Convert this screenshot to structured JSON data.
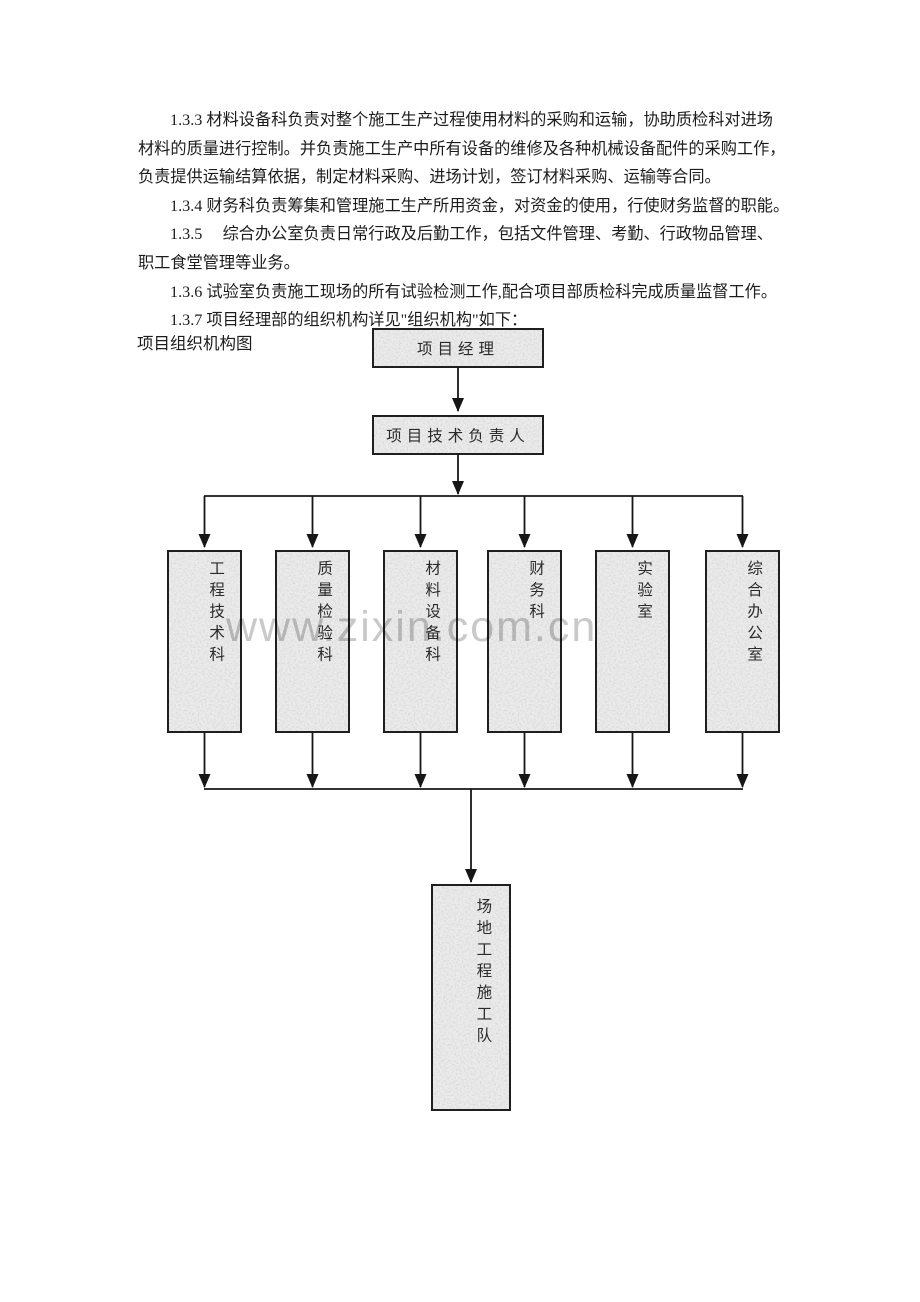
{
  "document": {
    "lines": [
      "1.3.3 材料设备科负责对整个施工生产过程使用材料的采购和运输，协助质检科对进场",
      "材料的质量进行控制。并负责施工生产中所有设备的维修及各种机械设备配件的采购工作，",
      "负责提供运输结算依据，制定材料采购、进场计划，签订材料采购、运输等合同。",
      "1.3.4 财务科负责筹集和管理施工生产所用资金，对资金的使用，行使财务监督的职能。",
      "1.3.5 　综合办公室负责日常行政及后勤工作，包括文件管理、考勤、行政物品管理、",
      "职工食堂管理等业务。",
      "1.3.6 试验室负责施工现场的所有试验检测工作,配合项目部质检科完成质量监督工作。",
      "1.3.7 项目经理部的组织机构详见\"组织机构\"如下："
    ],
    "diagram_caption": "项目组织机构图"
  },
  "org_chart": {
    "project_manager": "项目经理",
    "technical_director": "项目技术负责人",
    "departments": [
      "工程技术科",
      "质量检验科",
      "材料设备科",
      "财务科",
      "实验室",
      "综合办公室"
    ],
    "construction_team": "场地工程施工队"
  },
  "watermark": {
    "text": "www.zixin.com.cn"
  },
  "colors": {
    "box_fill": "#ebebeb",
    "box_border": "#1f1f1f",
    "line": "#161616",
    "watermark": "#c9c9c9",
    "text": "#1c1c1c"
  }
}
